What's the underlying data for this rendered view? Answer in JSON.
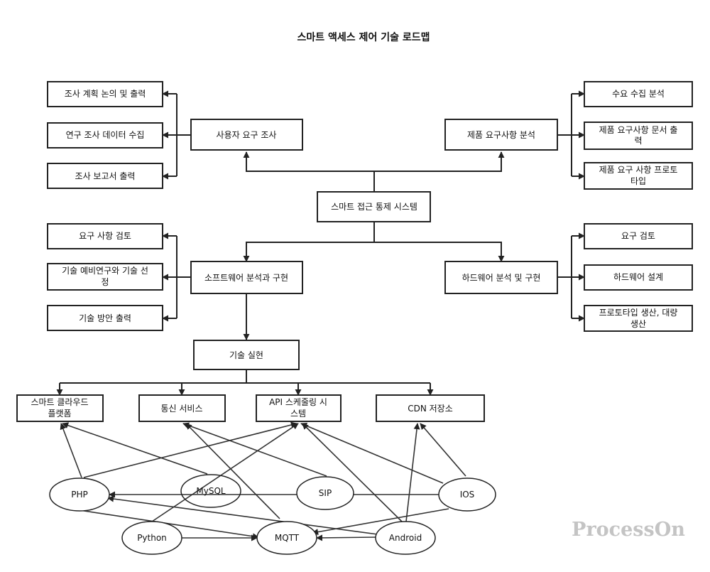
{
  "title": "스마트 액세스 제어 기술 로드맵",
  "watermark": "ProcessOn",
  "nodes": {
    "root": "스마트 접근 통제 시스템",
    "user_survey": "사용자 요구 조사",
    "survey_plan": "조사 계획 논의 및 출력",
    "research_data": "연구 조사 데이터 수집",
    "survey_report": "조사 보고서 출력",
    "product_analysis": "제품 요구사항 분석",
    "demand_collect": "수요 수집 분석",
    "product_doc": [
      "제품 요구사항 문서 출",
      "력"
    ],
    "product_proto": [
      "제품 요구 사항 프로토",
      "타입"
    ],
    "software": "소프트웨어 분석과 구현",
    "req_review": "요구 사항 검토",
    "tech_preresearch": [
      "기술 예비연구와 기술 선",
      "정"
    ],
    "tech_plan": "기술 방안 출력",
    "hardware": "하드웨어 분석 및 구현",
    "req_check": "요구 검토",
    "hw_design": "하드웨어 설계",
    "mass_prod": [
      "프로토타입 생산, 대량",
      "생산"
    ],
    "tech_impl": "기술 실현",
    "cloud": [
      "스마트 클라우드",
      "플랫폼"
    ],
    "comm": "통신 서비스",
    "api": [
      "API 스케줄링 시",
      "스템"
    ],
    "cdn": "CDN 저장소"
  },
  "tech": {
    "php": "PHP",
    "mysql": "MySQL",
    "sip": "SIP",
    "ios": "IOS",
    "python": "Python",
    "mqtt": "MQTT",
    "android": "Android"
  },
  "colors": {
    "stroke": "#222222",
    "fill": "#ffffff",
    "watermark": "#c4c4c4"
  }
}
